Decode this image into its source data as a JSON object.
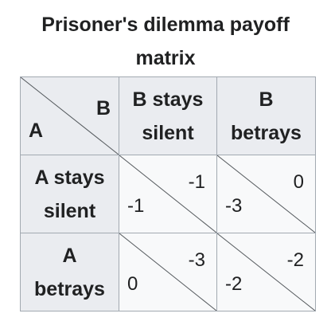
{
  "caption": {
    "line1": "Prisoner's dilemma payoff",
    "line2": "matrix"
  },
  "corner": {
    "col_player": "B",
    "row_player": "A"
  },
  "columns": [
    {
      "line1": "B stays",
      "line2": "silent"
    },
    {
      "line1": "B",
      "line2": "betrays"
    }
  ],
  "rows": [
    {
      "line1": "A stays",
      "line2": "silent",
      "cells": [
        {
          "b": "-1",
          "a": "-1"
        },
        {
          "b": "0",
          "a": "-3"
        }
      ]
    },
    {
      "line1": "A",
      "line2": "betrays",
      "cells": [
        {
          "b": "-3",
          "a": "0"
        },
        {
          "b": "-2",
          "a": "-2"
        }
      ]
    }
  ],
  "colors": {
    "border": "#a2a9b1",
    "header_bg": "#eaecf0",
    "cell_bg": "#f8f9fa",
    "diagonal": "#54595d"
  }
}
